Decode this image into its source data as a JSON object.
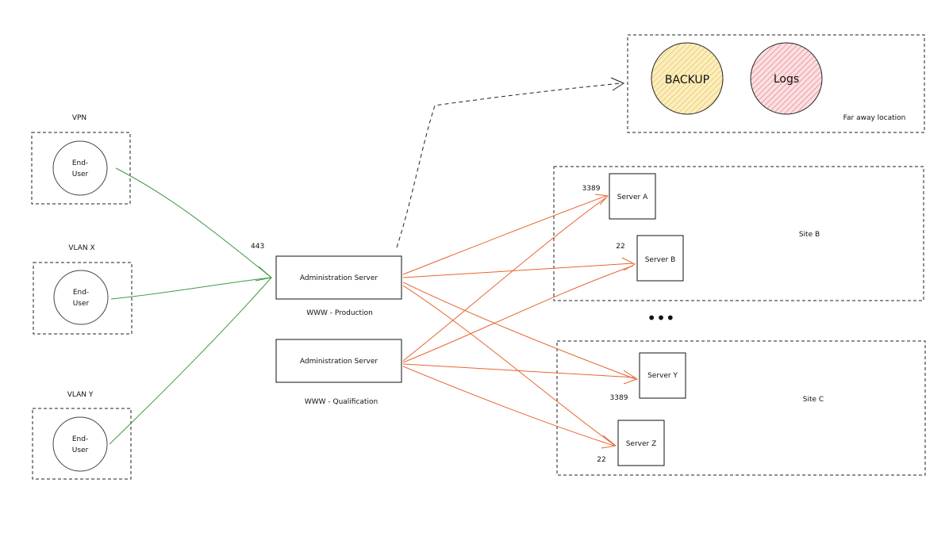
{
  "groups": {
    "vpn": "VPN",
    "vlan_x": "VLAN X",
    "vlan_y": "VLAN Y"
  },
  "end_user": [
    "End-",
    "User"
  ],
  "port_https": "443",
  "admin_server": "Administration Server",
  "env_production": "WWW - Production",
  "env_qualification": "WWW - Qualification",
  "far_location": {
    "label": "Far away location",
    "backup": "BACKUP",
    "logs": "Logs"
  },
  "site_b": {
    "label": "Site B",
    "server_a": "Server A",
    "server_b": "Server B",
    "port_a": "3389",
    "port_b": "22"
  },
  "ellipsis": "•••",
  "site_c": {
    "label": "Site C",
    "server_y": "Server Y",
    "server_z": "Server Z",
    "port_y": "3389",
    "port_z": "22"
  },
  "colors": {
    "green_arrow": "#3f9a45",
    "orange_arrow": "#e8652f",
    "backup_fill": "#f5d77a",
    "logs_fill": "#f2a0a8"
  }
}
